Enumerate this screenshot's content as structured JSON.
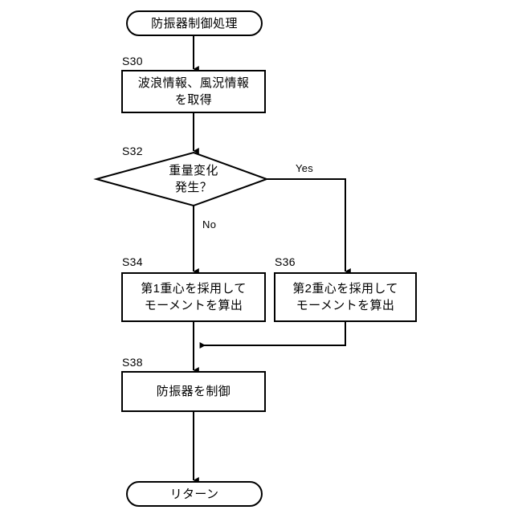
{
  "diagram": {
    "type": "flowchart",
    "title_text": "防振器制御処理",
    "nodes": [
      {
        "id": "start",
        "shape": "terminator",
        "label": "防振器制御処理",
        "step": ""
      },
      {
        "id": "s30",
        "shape": "process",
        "step": "S30",
        "line1": "波浪情報、風況情報",
        "line2": "を取得"
      },
      {
        "id": "s32",
        "shape": "decision",
        "step": "S32",
        "line1": "重量変化",
        "line2": "発生？"
      },
      {
        "id": "s34",
        "shape": "process",
        "step": "S34",
        "line1": "第1重心を採用して",
        "line2": "モーメントを算出"
      },
      {
        "id": "s36",
        "shape": "process",
        "step": "S36",
        "line1": "第2重心を採用して",
        "line2": "モーメントを算出"
      },
      {
        "id": "s38",
        "shape": "process",
        "step": "S38",
        "line1": "防振器を制御"
      },
      {
        "id": "end",
        "shape": "terminator",
        "label": "リターン",
        "step": ""
      }
    ],
    "branch_labels": {
      "yes": "Yes",
      "no": "No"
    },
    "colors": {
      "stroke": "#000000",
      "fill": "#ffffff",
      "text": "#000000"
    }
  }
}
